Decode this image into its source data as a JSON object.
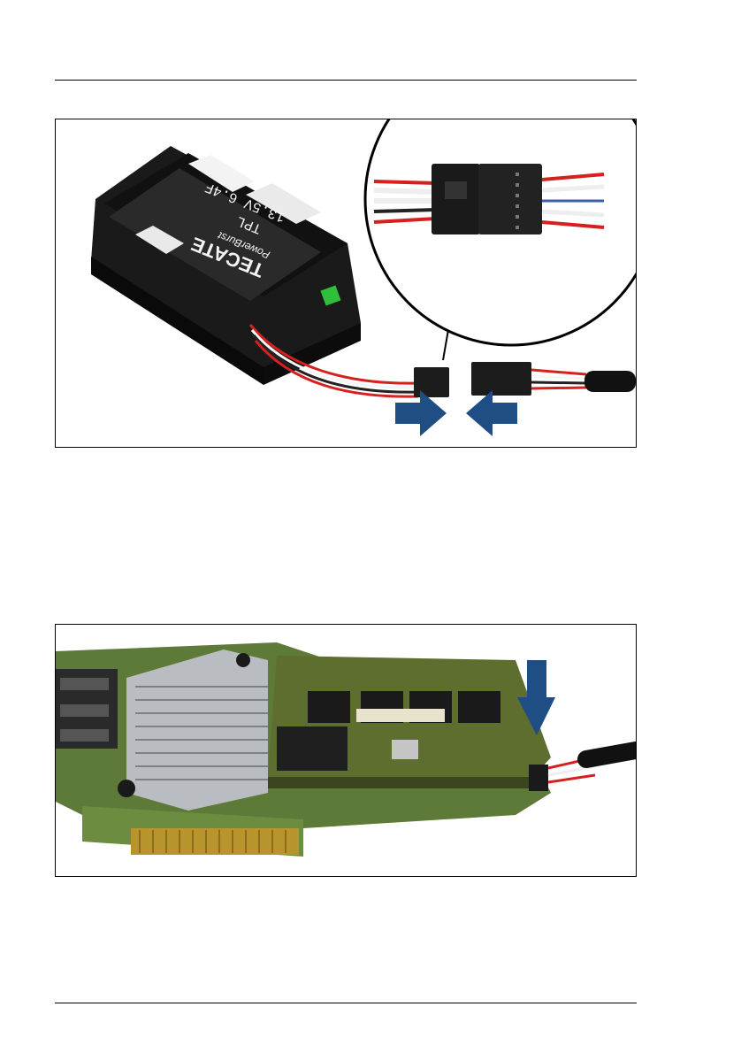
{
  "figure1": {
    "battery_label": {
      "brand": "TECATE",
      "sub": "PowerBurst",
      "line1": "TPL",
      "line2": "13.5V 6.4F"
    },
    "arrow_color": "#1f4e85"
  },
  "figure2": {
    "arrow_color": "#1f4e85"
  }
}
